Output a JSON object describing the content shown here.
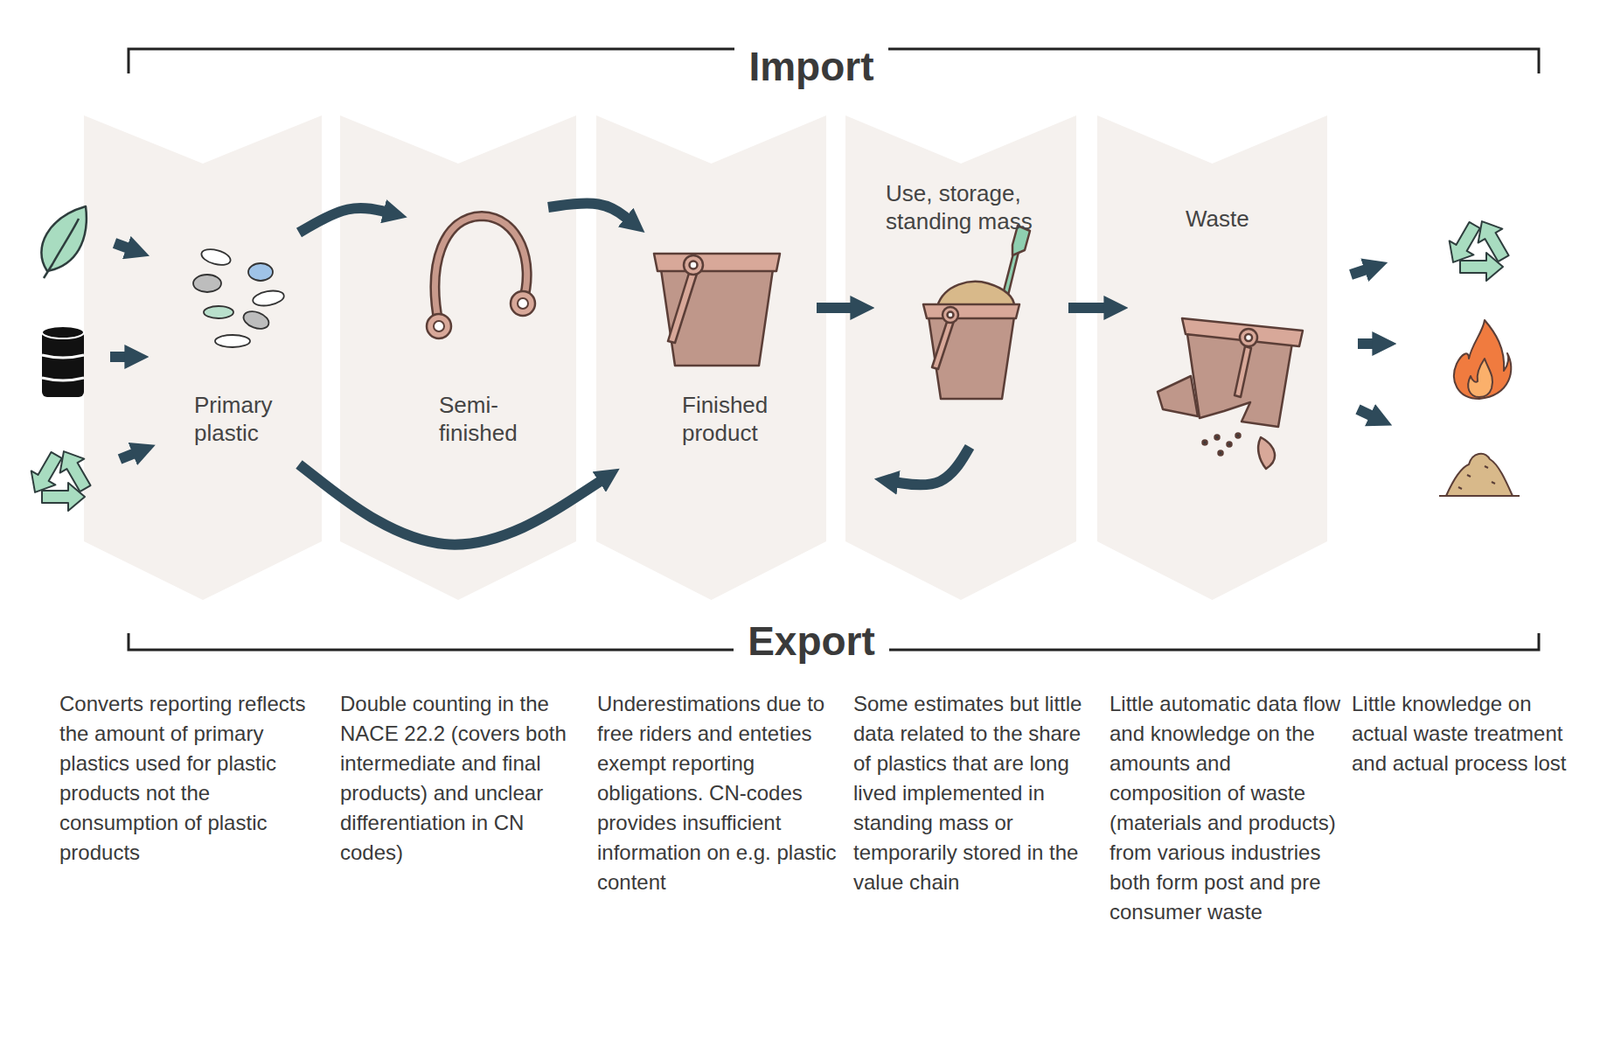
{
  "diagram": {
    "nodes": [
      {
        "text": [
          "Primary plastic"
        ]
      },
      {
        "text": [
          "Semi- finished"
        ]
      },
      {
        "text": [
          "Finished product"
        ]
      },
      {
        "text": [
          "Use, storage, standing mass"
        ]
      },
      {
        "text": [
          "Waste"
        ]
      }
    ],
    "edges": [
      {
        "from": 0,
        "to": 1,
        "arrow": "to"
      },
      {
        "from": 1,
        "to": 2,
        "arrow": "to"
      },
      {
        "from": 0,
        "to": 2,
        "arrow": "to"
      },
      {
        "from": 2,
        "to": 3,
        "arrow": "to"
      },
      {
        "from": 3,
        "to": 2,
        "arrow": "to"
      },
      {
        "from": 3,
        "to": 4,
        "arrow": "to"
      }
    ],
    "labels": [
      "Import",
      "Export",
      "Converts reporting reflects the amount of primary plastics used for plastic products not the consumption of plastic products",
      "Double counting in the NACE 22.2 (covers both intermediate and final products) and unclear differentiation in CN codes)",
      "Underestimations due to free riders and enteties exempt reporting obligations. CN-codes provides insufficient information on e.g. plastic content",
      "Some estimates but little data related to the share of plastics that are long lived implemented in standing mass or temporarily stored in the value chain",
      "Little automatic data flow and knowledge on the amounts and composition of waste (materials and products) from various industries both form post and pre consumer waste",
      "Little knowledge on actual waste treatment and actual process lost"
    ]
  }
}
